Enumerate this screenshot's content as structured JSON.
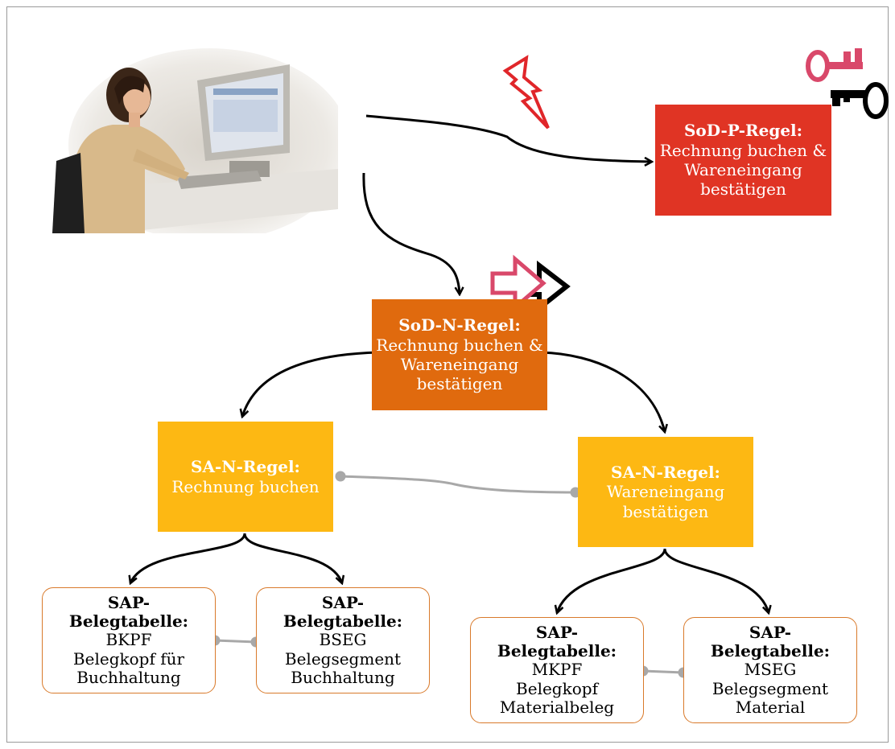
{
  "sod_p_rule": {
    "title": "SoD-P-Regel:",
    "line1": "Rechnung buchen &",
    "line2": "Wareneingang",
    "line3": "bestätigen"
  },
  "sod_n_rule": {
    "title": "SoD-N-Regel:",
    "line1": "Rechnung buchen &",
    "line2": "Wareneingang",
    "line3": "bestätigen"
  },
  "sa_rules": [
    {
      "title": "SA-N-Regel:",
      "line1": "Rechnung buchen",
      "line2": ""
    },
    {
      "title": "SA-N-Regel:",
      "line1": "Wareneingang",
      "line2": "bestätigen"
    }
  ],
  "tables": [
    {
      "title1": "SAP-",
      "title2": "Belegtabelle:",
      "code": "BKPF",
      "desc1": "Belegkopf für",
      "desc2": "Buchhaltung"
    },
    {
      "title1": "SAP-",
      "title2": "Belegtabelle:",
      "code": "BSEG",
      "desc1": "Belegsegment",
      "desc2": "Buchhaltung"
    },
    {
      "title1": "SAP-",
      "title2": "Belegtabelle:",
      "code": "MKPF",
      "desc1": "Belegkopf",
      "desc2": "Materialbeleg"
    },
    {
      "title1": "SAP-",
      "title2": "Belegtabelle:",
      "code": "MSEG",
      "desc1": "Belegsegment",
      "desc2": "Material"
    }
  ],
  "icons": [
    "person-at-computer-icon",
    "lightning-icon",
    "key-icon",
    "arrow-right-icon"
  ],
  "colors": {
    "sod_p": "#e03424",
    "sod_n": "#e06a0e",
    "sa": "#fdb813",
    "table_border": "#d97a2b",
    "link": "#a8a8a8"
  }
}
